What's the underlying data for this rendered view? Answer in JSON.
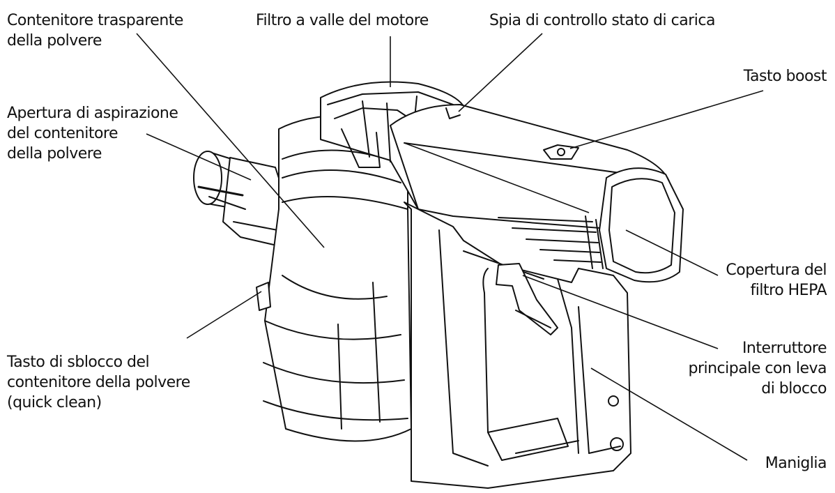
{
  "labels": {
    "dust_container": [
      "Contenitore trasparente",
      "della polvere"
    ],
    "motor_filter": [
      "Filtro a valle del motore"
    ],
    "charge_indicator": [
      "Spia di controllo stato di carica"
    ],
    "boost_button": [
      "Tasto boost"
    ],
    "suction_opening": [
      "Apertura di aspirazione",
      "del contenitore",
      "della polvere"
    ],
    "hepa_cover": [
      "Copertura del",
      "filtro HEPA"
    ],
    "release_button": [
      "Tasto di sblocco del",
      "contenitore della polvere",
      "(quick clean)"
    ],
    "main_switch": [
      "Interruttore",
      "principale con leva",
      "di blocco"
    ],
    "handle": [
      "Maniglia"
    ]
  },
  "colors": {
    "line": "#111111",
    "background": "#ffffff"
  }
}
